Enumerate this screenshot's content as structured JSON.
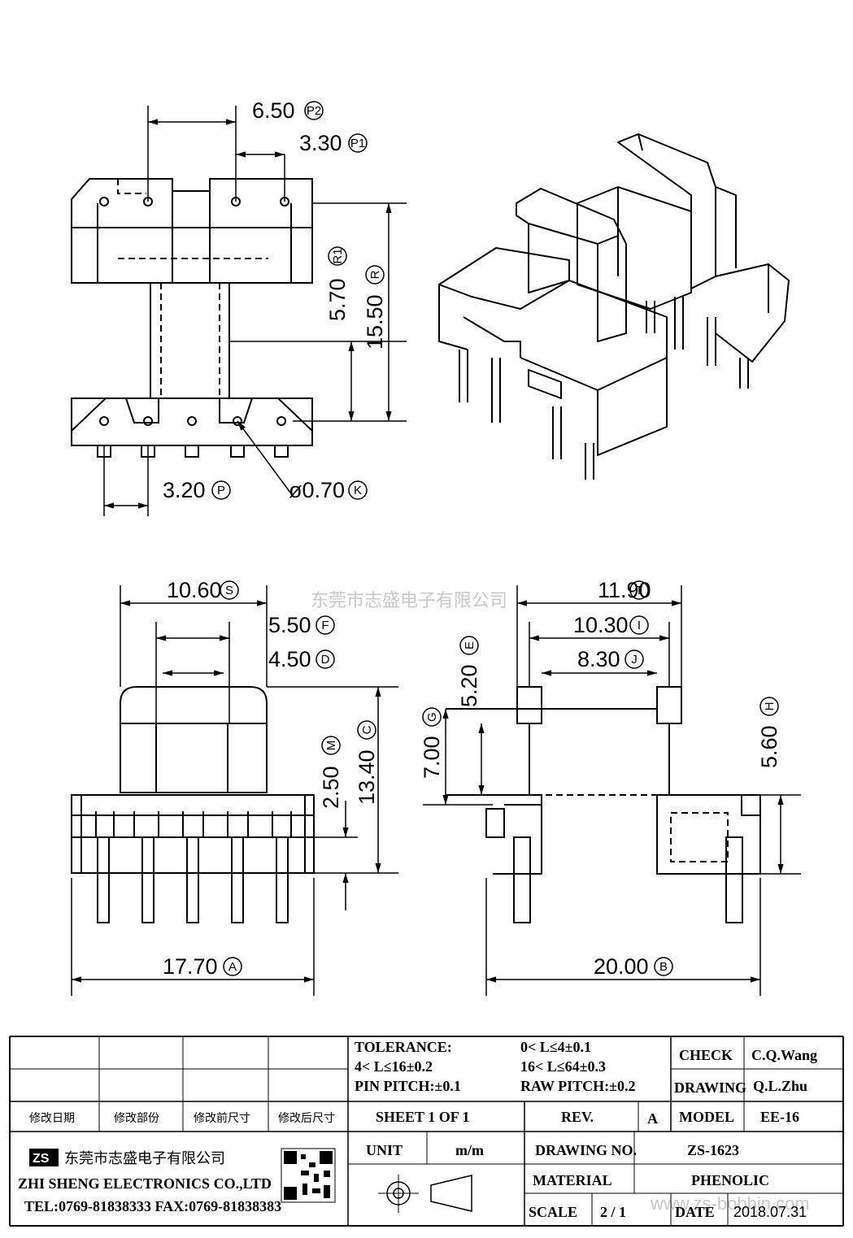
{
  "watermark": {
    "company_cn": "东莞市志盛电子有限公司",
    "url": "www.zs-bobbin.com"
  },
  "dimensions": {
    "top_view": {
      "p2": {
        "value": "6.50",
        "mark": "P2"
      },
      "p1": {
        "value": "3.30",
        "mark": "P1"
      },
      "r1": {
        "value": "5.70",
        "mark": "R1"
      },
      "r": {
        "value": "15.50",
        "mark": "R"
      },
      "p": {
        "value": "3.20",
        "mark": "P"
      },
      "k": {
        "value": "ø0.70",
        "mark": "K"
      }
    },
    "front_view": {
      "s": {
        "value": "10.60",
        "mark": "S"
      },
      "f": {
        "value": "5.50",
        "mark": "F"
      },
      "d": {
        "value": "4.50",
        "mark": "D"
      },
      "m": {
        "value": "2.50",
        "mark": "M"
      },
      "c": {
        "value": "13.40",
        "mark": "C"
      },
      "a": {
        "value": "17.70",
        "mark": "A"
      }
    },
    "side_view": {
      "t": {
        "value": "11.90",
        "mark": "T"
      },
      "i": {
        "value": "10.30",
        "mark": "I"
      },
      "j": {
        "value": "8.30",
        "mark": "J"
      },
      "e": {
        "value": "5.20",
        "mark": "E"
      },
      "g": {
        "value": "7.00",
        "mark": "G"
      },
      "h": {
        "value": "5.60",
        "mark": "H"
      },
      "b": {
        "value": "20.00",
        "mark": "B"
      }
    }
  },
  "title_block": {
    "tolerance_label": "TOLERANCE:",
    "tol_1": "0< L≤4±0.1",
    "tol_2": "4< L≤16±0.2",
    "tol_3": "16< L≤64±0.3",
    "pin_pitch": "PIN PITCH:±0.1",
    "raw_pitch": "RAW PITCH:±0.2",
    "check_label": "CHECK",
    "check_value": "C.Q.Wang",
    "drawing_label": "DRAWING",
    "drawing_value": "Q.L.Zhu",
    "rev_headers": [
      "修改日期",
      "修改部份",
      "修改前尺寸",
      "修改后尺寸"
    ],
    "sheet": "SHEET  1  OF  1",
    "rev_label": "REV.",
    "rev_value": "A",
    "model_label": "MODEL",
    "model_value": "EE-16",
    "company_cn": "东莞市志盛电子有限公司",
    "company_en": "ZHI SHENG  ELECTRONICS CO.,LTD",
    "contact": "TEL:0769-81838333 FAX:0769-81838383",
    "logo_text": "ZS",
    "unit_label": "UNIT",
    "unit_value": "m/m",
    "drawing_no_label": "DRAWING  NO.",
    "drawing_no_value": "ZS-1623",
    "material_label": "MATERIAL",
    "material_value": "PHENOLIC",
    "scale_label": "SCALE",
    "scale_value": "2  /  1",
    "date_label": "DATE",
    "date_value": "2018.07.31"
  }
}
